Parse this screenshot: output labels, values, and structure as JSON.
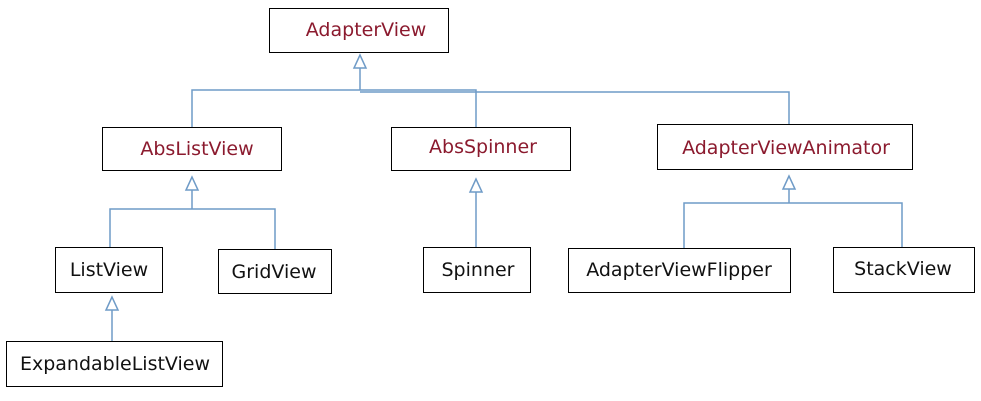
{
  "colors": {
    "abstract_class_text": "#8b1a2e",
    "concrete_class_text": "#111111",
    "connector": "#6f9bc7",
    "box_border": "#000000"
  },
  "nodes": {
    "adapter_view": {
      "label": "AdapterView",
      "kind": "abstract"
    },
    "abs_list_view": {
      "label": "AbsListView",
      "kind": "abstract"
    },
    "abs_spinner": {
      "label": "AbsSpinner",
      "kind": "abstract"
    },
    "adapter_view_animator": {
      "label": "AdapterViewAnimator",
      "kind": "abstract"
    },
    "list_view": {
      "label": "ListView",
      "kind": "concrete"
    },
    "grid_view": {
      "label": "GridView",
      "kind": "concrete"
    },
    "spinner": {
      "label": "Spinner",
      "kind": "concrete"
    },
    "adapter_view_flipper": {
      "label": "AdapterViewFlipper",
      "kind": "concrete"
    },
    "stack_view": {
      "label": "StackView",
      "kind": "concrete"
    },
    "expandable_list_view": {
      "label": "ExpandableListView",
      "kind": "concrete"
    }
  },
  "edges": [
    {
      "child": "abs_list_view",
      "parent": "adapter_view",
      "relation": "inherits"
    },
    {
      "child": "abs_spinner",
      "parent": "adapter_view",
      "relation": "inherits"
    },
    {
      "child": "adapter_view_animator",
      "parent": "adapter_view",
      "relation": "inherits"
    },
    {
      "child": "list_view",
      "parent": "abs_list_view",
      "relation": "inherits"
    },
    {
      "child": "grid_view",
      "parent": "abs_list_view",
      "relation": "inherits"
    },
    {
      "child": "spinner",
      "parent": "abs_spinner",
      "relation": "inherits"
    },
    {
      "child": "adapter_view_flipper",
      "parent": "adapter_view_animator",
      "relation": "inherits"
    },
    {
      "child": "stack_view",
      "parent": "adapter_view_animator",
      "relation": "inherits"
    },
    {
      "child": "expandable_list_view",
      "parent": "list_view",
      "relation": "inherits"
    }
  ]
}
